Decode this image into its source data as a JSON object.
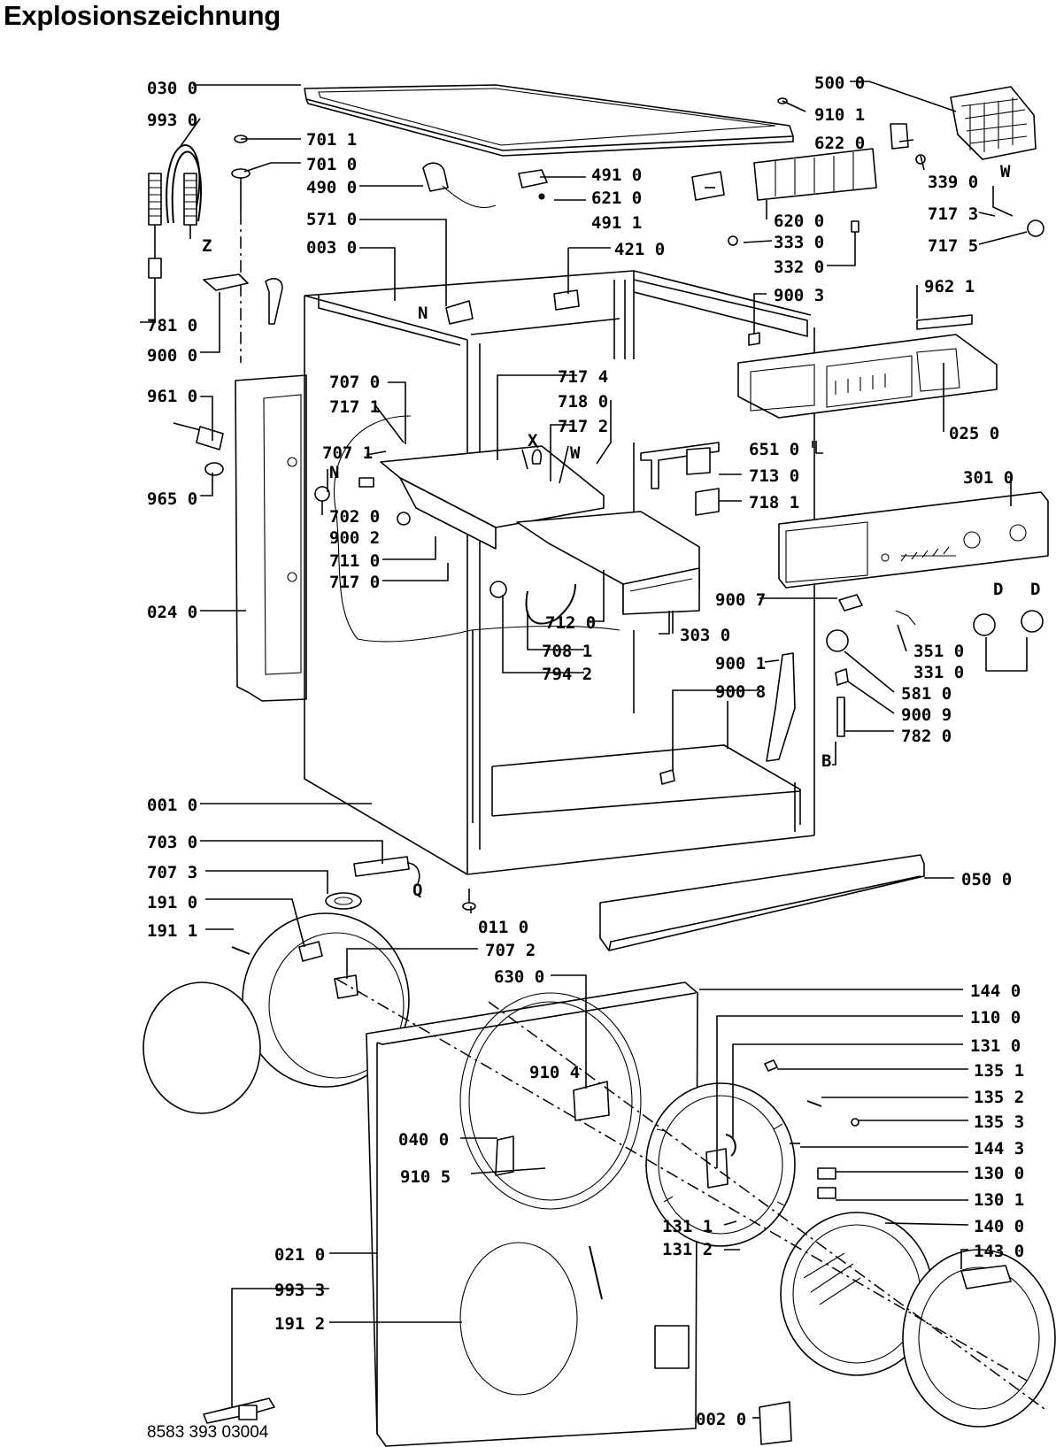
{
  "title": "Explosionszeichnung",
  "drawing_number": "8583 393 03004",
  "letter_marks": [
    "Z",
    "N",
    "X",
    "W",
    "N",
    "W",
    "D",
    "D",
    "B",
    "Q"
  ],
  "part_labels": [
    "030 0",
    "993 0",
    "701 1",
    "701 0",
    "490 0",
    "571 0",
    "003 0",
    "781 0",
    "900 0",
    "961 0",
    "965 0",
    "707 0",
    "717 1",
    "707 1",
    "702 0",
    "900 2",
    "711 0",
    "717 0",
    "024 0",
    "717 4",
    "718 0",
    "717 2",
    "712 0",
    "708 1",
    "794 2",
    "491 0",
    "621 0",
    "491 1",
    "421 0",
    "500 0",
    "910 1",
    "622 0",
    "339 0",
    "717 3",
    "717 5",
    "620 0",
    "333 0",
    "332 0",
    "900 3",
    "962 1",
    "025 0",
    "651 0",
    "713 0",
    "718 1",
    "301 0",
    "900 7",
    "303 0",
    "351 0",
    "331 0",
    "900 1",
    "581 0",
    "900 8",
    "900 9",
    "782 0",
    "001 0",
    "703 0",
    "707 3",
    "191 0",
    "191 1",
    "011 0",
    "707 2",
    "630 0",
    "050 0",
    "910 4",
    "040 0",
    "910 5",
    "021 0",
    "993 3",
    "191 2",
    "002 0",
    "144 0",
    "110 0",
    "131 0",
    "135 1",
    "135 2",
    "135 3",
    "144 3",
    "130 0",
    "130 1",
    "140 0",
    "143 0",
    "131 1",
    "131 2"
  ]
}
